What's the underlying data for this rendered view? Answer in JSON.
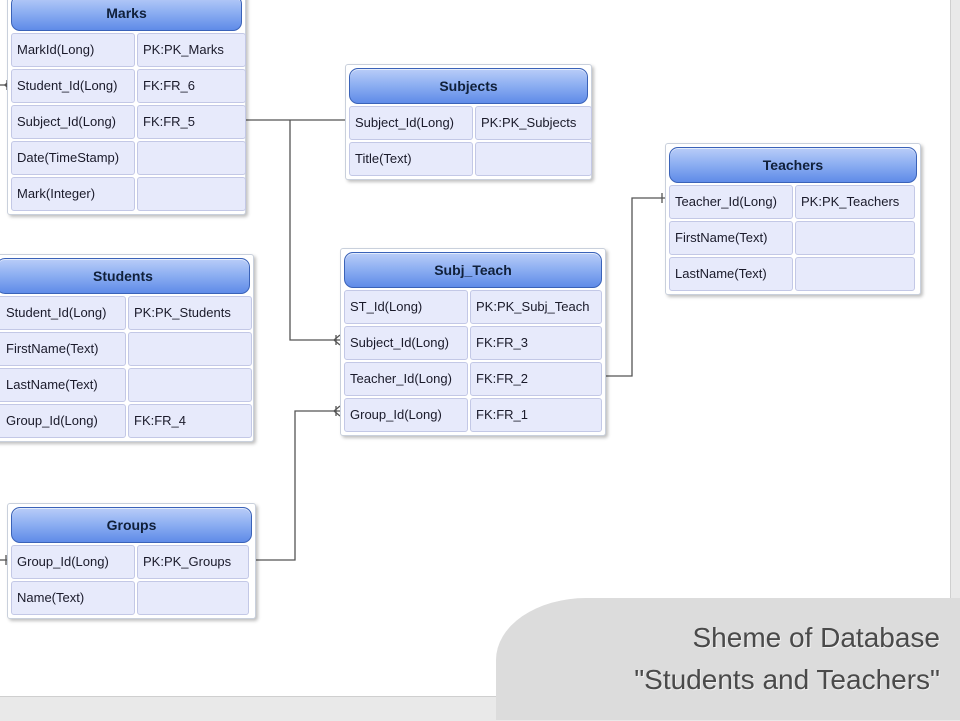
{
  "entities": {
    "marks": {
      "name": "Marks",
      "rows": [
        {
          "field": "MarkId(Long)",
          "key": "PK:PK_Marks"
        },
        {
          "field": "Student_Id(Long)",
          "key": "FK:FR_6"
        },
        {
          "field": "Subject_Id(Long)",
          "key": "FK:FR_5"
        },
        {
          "field": "Date(TimeStamp)",
          "key": ""
        },
        {
          "field": "Mark(Integer)",
          "key": ""
        }
      ]
    },
    "subjects": {
      "name": "Subjects",
      "rows": [
        {
          "field": "Subject_Id(Long)",
          "key": "PK:PK_Subjects"
        },
        {
          "field": "Title(Text)",
          "key": ""
        }
      ]
    },
    "teachers": {
      "name": "Teachers",
      "rows": [
        {
          "field": "Teacher_Id(Long)",
          "key": "PK:PK_Teachers"
        },
        {
          "field": "FirstName(Text)",
          "key": ""
        },
        {
          "field": "LastName(Text)",
          "key": ""
        }
      ]
    },
    "students": {
      "name": "Students",
      "rows": [
        {
          "field": "Student_Id(Long)",
          "key": "PK:PK_Students"
        },
        {
          "field": "FirstName(Text)",
          "key": ""
        },
        {
          "field": "LastName(Text)",
          "key": ""
        },
        {
          "field": "Group_Id(Long)",
          "key": "FK:FR_4"
        }
      ]
    },
    "subj_teach": {
      "name": "Subj_Teach",
      "rows": [
        {
          "field": "ST_Id(Long)",
          "key": "PK:PK_Subj_Teach"
        },
        {
          "field": "Subject_Id(Long)",
          "key": "FK:FR_3"
        },
        {
          "field": "Teacher_Id(Long)",
          "key": "FK:FR_2"
        },
        {
          "field": "Group_Id(Long)",
          "key": "FK:FR_1"
        }
      ]
    },
    "groups": {
      "name": "Groups",
      "rows": [
        {
          "field": "Group_Id(Long)",
          "key": "PK:PK_Groups"
        },
        {
          "field": "Name(Text)",
          "key": ""
        }
      ]
    }
  },
  "title": {
    "line1": "Sheme of Database",
    "line2": "\"Students and Teachers\""
  },
  "colors": {
    "header_gradient_top": "#b9cdf8",
    "header_gradient_bottom": "#5f8be8",
    "cell_fill": "#e7eafb",
    "connector": "#555555",
    "title_bg": "#dcdcdc"
  }
}
